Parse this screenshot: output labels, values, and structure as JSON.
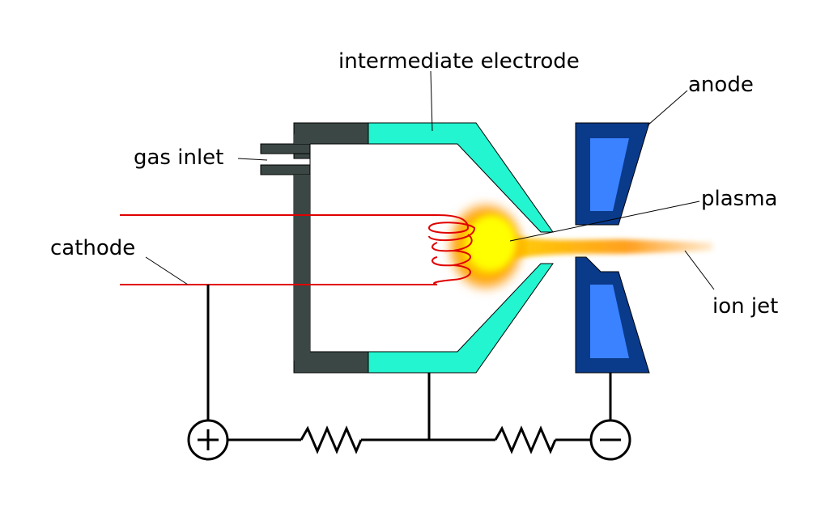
{
  "labels": {
    "intermediate_electrode": "intermediate electrode",
    "anode": "anode",
    "gas_inlet": "gas inlet",
    "plasma": "plasma",
    "cathode": "cathode",
    "ion_jet": "ion jet"
  },
  "symbols": {
    "positive": "+",
    "negative": "−"
  },
  "colors": {
    "housing": "#3a4745",
    "intermediate_electrode": "#22f5d0",
    "anode_outer": "#0a3a8a",
    "anode_inner": "#3a82ff",
    "cathode_wire": "#e00000",
    "plasma_core": "#ffff00",
    "plasma_edge": "#ff8800",
    "circuit": "#000000"
  }
}
